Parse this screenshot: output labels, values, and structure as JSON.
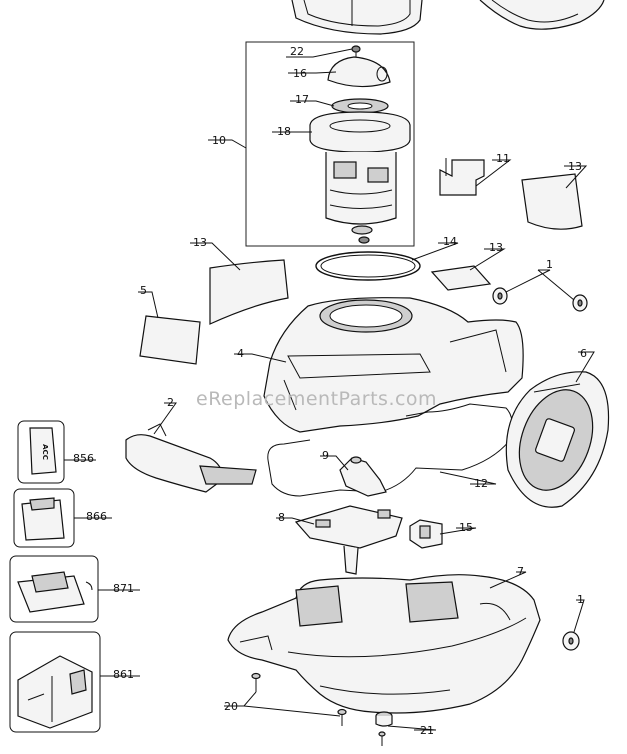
{
  "watermark": "eReplacementParts.com",
  "callouts": {
    "c22": "22",
    "c16": "16",
    "c17": "17",
    "c18": "18",
    "c10": "10",
    "c11": "11",
    "c13a": "13",
    "c13b": "13",
    "c13c": "13",
    "c14": "14",
    "c1a": "1",
    "c1b": "1",
    "c5": "5",
    "c4": "4",
    "c6": "6",
    "c2": "2",
    "c9": "9",
    "c12": "12",
    "c8": "8",
    "c15": "15",
    "c7": "7",
    "c20": "20",
    "c21": "21",
    "c856": "856",
    "c866": "866",
    "c871": "871",
    "c861": "861"
  },
  "battery_label": "ACC"
}
